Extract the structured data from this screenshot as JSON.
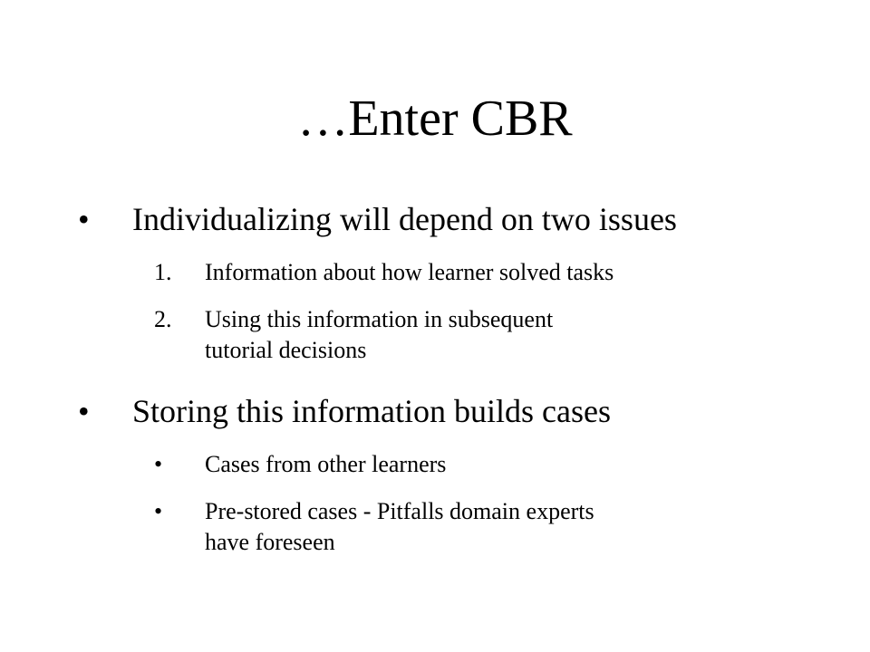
{
  "slide": {
    "title": "…Enter CBR",
    "bullets": [
      {
        "marker": "•",
        "text": "Individualizing will depend on two issues",
        "subitems": [
          {
            "marker": "1.",
            "lines": [
              "Information about how learner solved tasks"
            ]
          },
          {
            "marker": "2.",
            "lines": [
              "Using this information in subsequent",
              "tutorial decisions"
            ]
          }
        ]
      },
      {
        "marker": "•",
        "text": "Storing this information builds cases",
        "subitems": [
          {
            "marker": "•",
            "lines": [
              "Cases from other learners"
            ]
          },
          {
            "marker": "•",
            "lines": [
              "Pre-stored cases - Pitfalls domain experts",
              "have foreseen"
            ]
          }
        ]
      }
    ]
  }
}
